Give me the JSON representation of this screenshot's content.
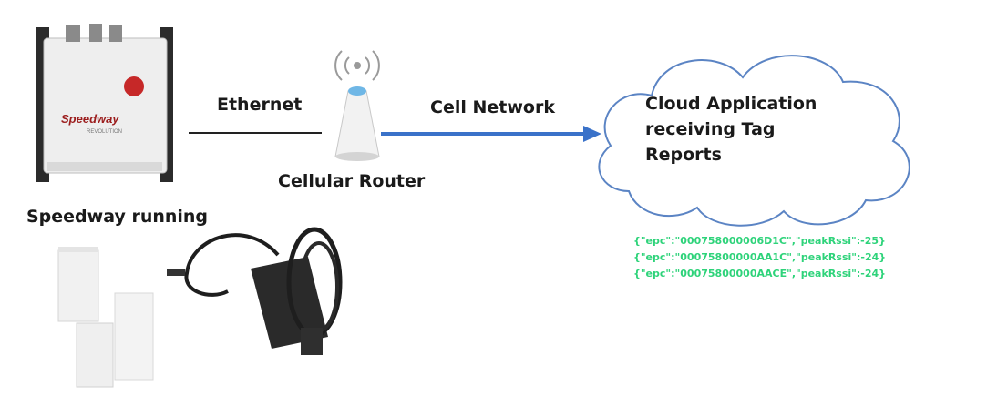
{
  "labels": {
    "ethernet": "Ethernet",
    "cell_network": "Cell Network",
    "cellular_router": "Cellular Router",
    "speedway_running": "Speedway running",
    "reader_brand": "Speedway",
    "reader_sub": "REVOLUTION"
  },
  "cloud": {
    "lines": [
      "Cloud Application",
      "receiving Tag",
      "Reports"
    ]
  },
  "tag_reports": [
    "{\"epc\":\"000758000006D1C\",\"peakRssi\":-25}",
    "{\"epc\":\"00075800000AA1C\",\"peakRssi\":-24}",
    "{\"epc\":\"00075800000AACE\",\"peakRssi\":-24}"
  ],
  "colors": {
    "arrow": "#3a72c9",
    "json_text": "#2ed37a",
    "cloud_stroke": "#5b84c4"
  },
  "icons": [
    "reader-device-icon",
    "wifi-signal-icon",
    "router-icon",
    "cloud-icon",
    "power-adapter-icon",
    "antenna-box-icon"
  ]
}
